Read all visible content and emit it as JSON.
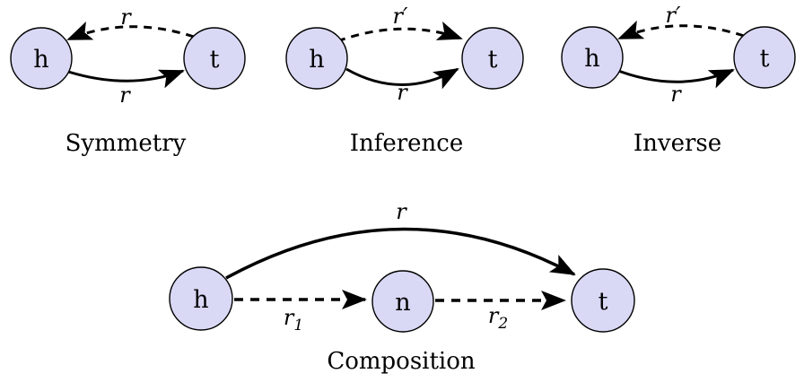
{
  "colors": {
    "background": "#ffffff",
    "node_fill": "#d9d9f6",
    "node_stroke": "#000000",
    "edge_color": "#000000",
    "text_color": "#000000"
  },
  "panels": {
    "symmetry": {
      "caption": "Symmetry",
      "nodes": {
        "h": "h",
        "t": "t"
      },
      "edges": {
        "top": {
          "label": "r",
          "style": "dashed",
          "from": "t",
          "to": "h"
        },
        "bottom": {
          "label": "r",
          "style": "solid",
          "from": "h",
          "to": "t"
        }
      }
    },
    "inference": {
      "caption": "Inference",
      "nodes": {
        "h": "h",
        "t": "t"
      },
      "edges": {
        "top": {
          "label": "r′",
          "style": "dashed",
          "from": "h",
          "to": "t"
        },
        "bottom": {
          "label": "r",
          "style": "solid",
          "from": "h",
          "to": "t"
        }
      }
    },
    "inverse": {
      "caption": "Inverse",
      "nodes": {
        "h": "h",
        "t": "t"
      },
      "edges": {
        "top": {
          "label": "r′",
          "style": "dashed",
          "from": "t",
          "to": "h"
        },
        "bottom": {
          "label": "r",
          "style": "solid",
          "from": "h",
          "to": "t"
        }
      }
    },
    "composition": {
      "caption": "Composition",
      "nodes": {
        "h": "h",
        "n": "n",
        "t": "t"
      },
      "edges": {
        "arc": {
          "label": "r",
          "style": "solid",
          "from": "h",
          "to": "t"
        },
        "left": {
          "label_base": "r",
          "label_sub": "1",
          "style": "dashed",
          "from": "h",
          "to": "n"
        },
        "right": {
          "label_base": "r",
          "label_sub": "2",
          "style": "dashed",
          "from": "n",
          "to": "t"
        }
      }
    }
  }
}
